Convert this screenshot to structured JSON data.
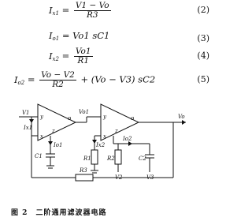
{
  "equations": [
    {
      "lhs": "I",
      "lhs_sub": "x1",
      "eq": "=",
      "num": "V1 − Vo",
      "den": "R3",
      "number": "(2)"
    },
    {
      "lhs": "I",
      "lhs_sub": "o1",
      "eq": "=",
      "rhs": "Vo1 sC1",
      "number": "(3)"
    },
    {
      "lhs": "I",
      "lhs_sub": "x2",
      "eq": "=",
      "num": "Vo1",
      "den": "R1",
      "number": "(4)"
    },
    {
      "lhs": "I",
      "lhs_sub": "o2",
      "eq": "=",
      "num": "Vo − V2",
      "den": "R2",
      "rhs": "+ (Vo − V3) sC2",
      "number": "(5)"
    }
  ],
  "circuit": {
    "labels": {
      "v1": "V1",
      "ix1": "Ix1",
      "vo1": "Vo1",
      "vo": "Vo",
      "y1": "y",
      "x1": "x",
      "z1": "z",
      "o1": "o",
      "y2": "y",
      "x2": "x",
      "z2": "z",
      "o2": "o",
      "io1": "Io1",
      "c1": "C1",
      "ix2": "Ix2",
      "r1": "R1",
      "io2": "Io2",
      "r2": "R2",
      "v2": "V2",
      "c2": "C2",
      "v3": "V3",
      "r3": "R3"
    }
  },
  "caption": {
    "fig": "图 2",
    "title": "二阶通用滤波器电路"
  }
}
